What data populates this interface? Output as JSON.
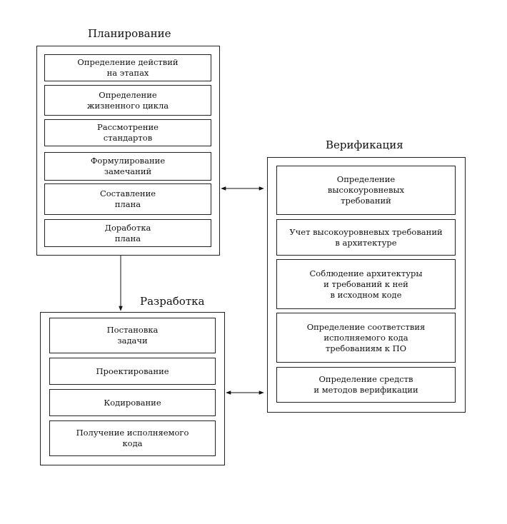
{
  "planning": {
    "title": "Планирование",
    "items": [
      "Определение действий\nна этапах",
      "Определение\nжизненного цикла",
      "Рассмотрение\nстандартов",
      "Формулирование\nзамечаний",
      "Составление\nплана",
      "Доработка\nплана"
    ]
  },
  "verification": {
    "title": "Верификация",
    "items": [
      "Определение\nвысокоуровневых\nтребований",
      "Учет высокоуровневых требований\nв архитектуре",
      "Соблюдение архитектуры\nи требований к ней\nв исходном коде",
      "Определение соответствия\nисполняемого кода\nтребованиям к ПО",
      "Определение средств\nи методов верификации"
    ]
  },
  "development": {
    "title": "Разработка",
    "items": [
      "Постановка\nзадачи",
      "Проектирование",
      "Кодирование",
      "Получение исполняемого\nкода"
    ]
  }
}
